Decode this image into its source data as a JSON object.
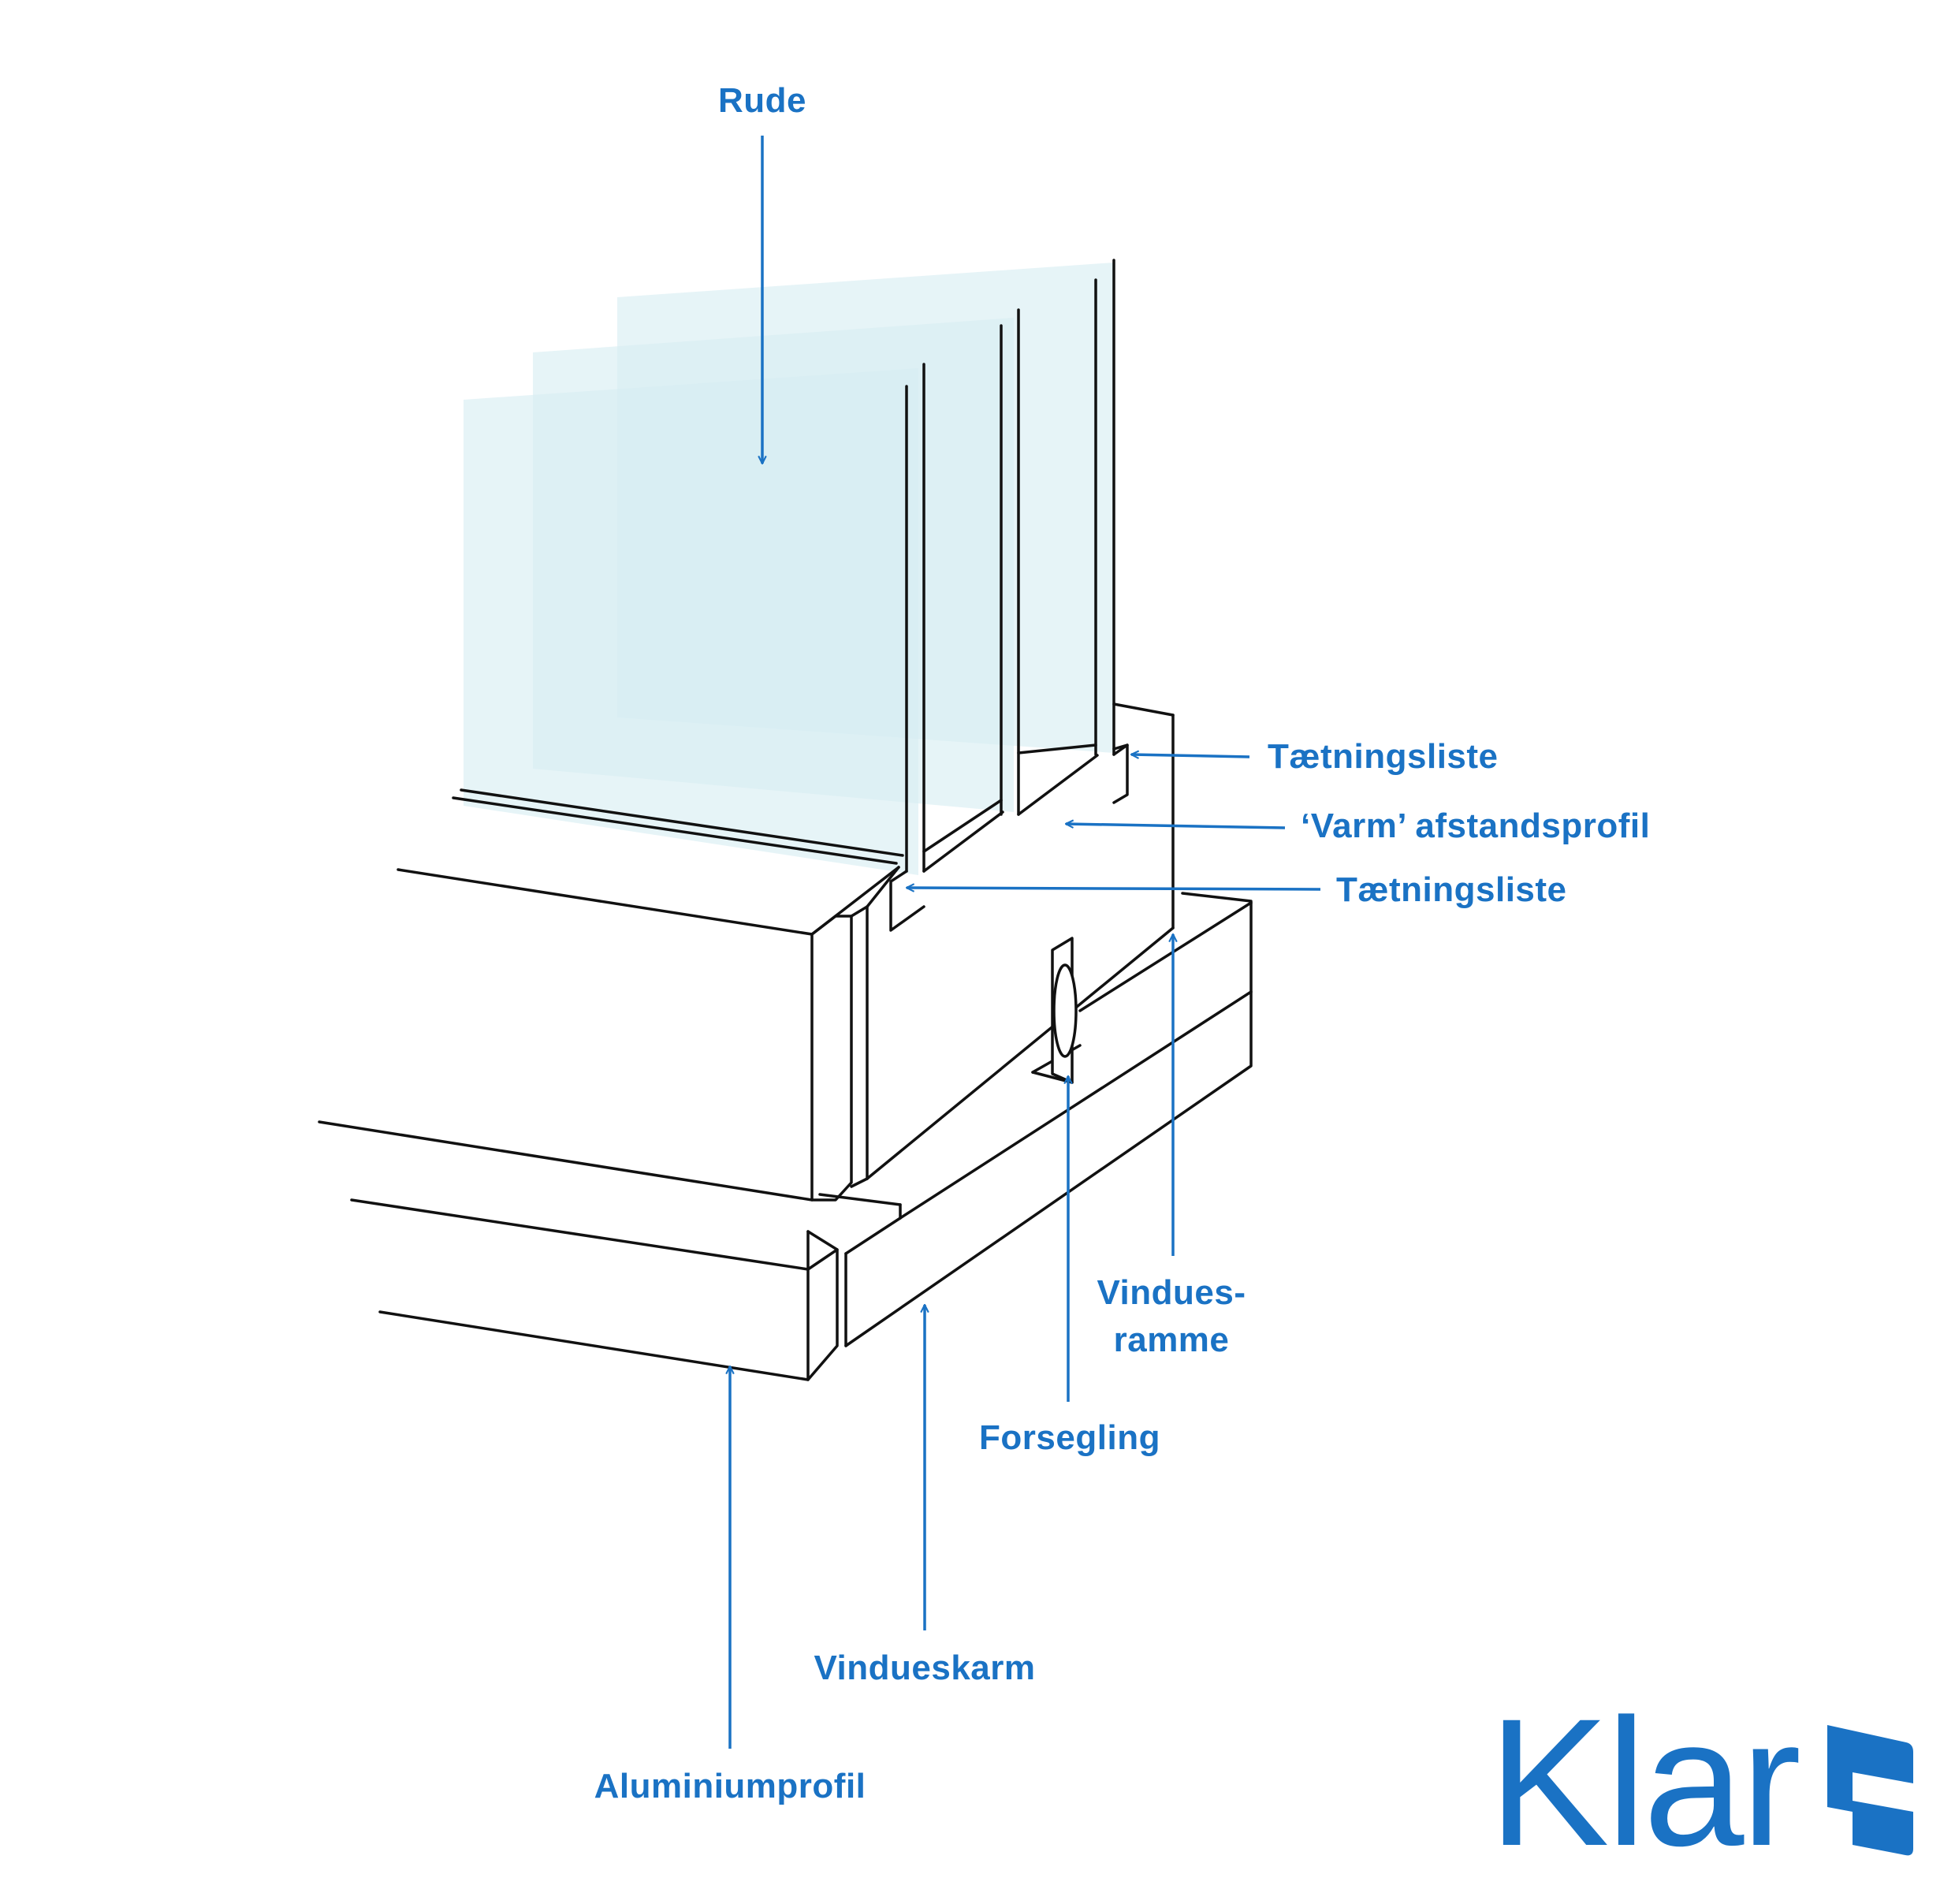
{
  "labels": {
    "rude": "Rude",
    "taetningsliste_top": "Tætningsliste",
    "varm_afstandsprofil": "‘Varm’ afstandsprofil",
    "taetningsliste_bottom": "Tætningsliste",
    "vinduesramme_line1": "Vindues-",
    "vinduesramme_line2": "ramme",
    "forsegling": "Forsegling",
    "vindueskarm": "Vindueskarm",
    "aluminiumprofil": "Aluminiumprofil"
  },
  "logo": {
    "text": "Klar"
  },
  "colors": {
    "accent": "#1a72c4",
    "line": "#111111",
    "glass": "#d6eef2",
    "background": "#ffffff"
  }
}
